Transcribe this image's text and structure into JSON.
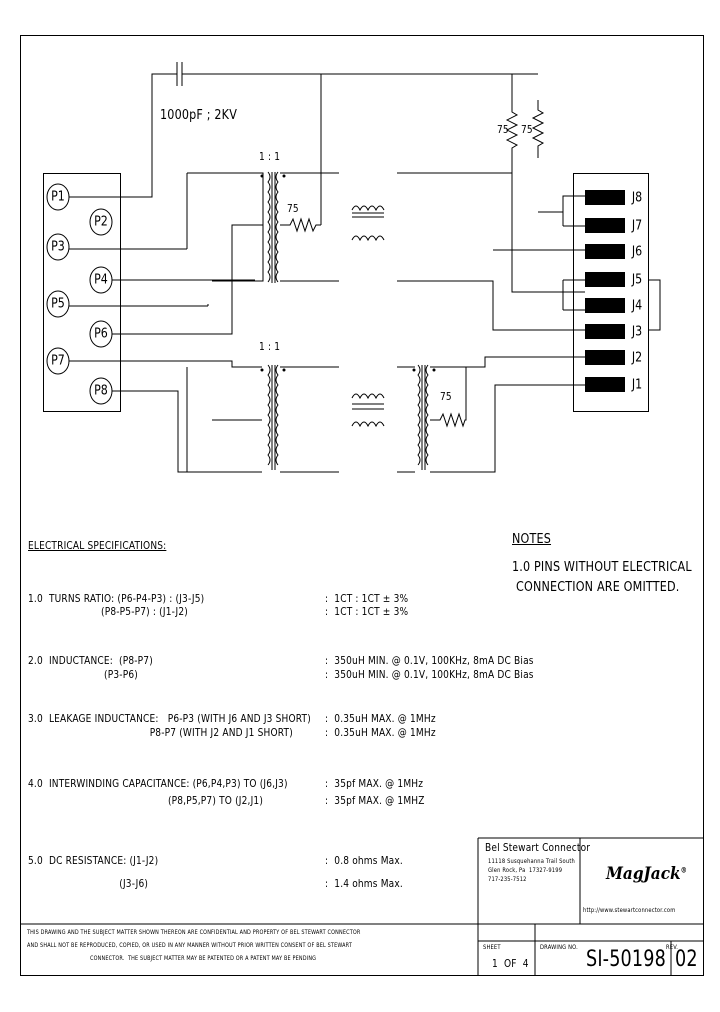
{
  "schematic": {
    "capacitor_label": "1000pF ; 2KV",
    "resistor_75": "75",
    "ratio_1": "1 : 1",
    "ratio_2": "1 : 1",
    "left_pins": [
      "P1",
      "P2",
      "P3",
      "P4",
      "P5",
      "P6",
      "P7",
      "P8"
    ],
    "right_pins": [
      "J8",
      "J7",
      "J6",
      "J5",
      "J4",
      "J3",
      "J2",
      "J1"
    ]
  },
  "specs": {
    "title": "ELECTRICAL SPECIFICATIONS:",
    "items": [
      {
        "left": [
          "1.0  TURNS RATIO: (P6-P4-P3) : (J3-J5)",
          "                        (P8-P5-P7) : (J1-J2)"
        ],
        "right": [
          ":  1CT : 1CT ± 3%",
          ":  1CT : 1CT ± 3%"
        ]
      },
      {
        "left": [
          "2.0  INDUCTANCE:  (P8-P7)",
          "                         (P3-P6)"
        ],
        "right": [
          ":  350uH MIN. @ 0.1V, 100KHz, 8mA DC Bias",
          ":  350uH MIN. @ 0.1V, 100KHz, 8mA DC Bias"
        ]
      },
      {
        "left": [
          "3.0  LEAKAGE INDUCTANCE:   P6-P3 (WITH J6 AND J3 SHORT)",
          "                                        P8-P7 (WITH J2 AND J1 SHORT)"
        ],
        "right": [
          ":  0.35uH MAX. @ 1MHz",
          ":  0.35uH MAX. @ 1MHz"
        ]
      },
      {
        "left": [
          "4.0  INTERWINDING CAPACITANCE: (P6,P4,P3) TO (J6,J3)",
          "                                              (P8,P5,P7) TO (J2,J1)"
        ],
        "right": [
          ":  35pf MAX. @ 1MHz",
          ":  35pf MAX. @ 1MHZ"
        ]
      },
      {
        "left": [
          "5.0  DC RESISTANCE: (J1-J2)",
          "                              (J3-J6)"
        ],
        "right": [
          ":  0.8 ohms Max.",
          ":  1.4 ohms Max."
        ]
      }
    ]
  },
  "notes": {
    "title": "NOTES",
    "line1": "1.0 PINS WITHOUT ELECTRICAL",
    "line2": "CONNECTION ARE OMITTED."
  },
  "title_block": {
    "company": "Bel Stewart Connector",
    "address1": "11118 Susquehanna Trail South",
    "address2": "Glen Rock, Pa  17327-9199",
    "phone": "717-235-7512",
    "logo": "MagJack",
    "logo_mark": "®",
    "website": "http://www.stewartconnector.com",
    "sheet_label": "SHEET",
    "sheet_value": "1  OF  4",
    "drawing_no_label": "DRAWING NO.",
    "drawing_no": "SI-50198",
    "rev_label": "REV.",
    "rev": "02",
    "disclaimer1": "THIS DRAWING AND THE SUBJECT MATTER SHOWN THEREON ARE CONFIDENTIAL AND PROPERTY OF BEL STEWART CONNECTOR",
    "disclaimer2": "AND SHALL NOT BE REPRODUCED, COPIED, OR USED IN ANY MANNER WITHOUT PRIOR WRITTEN CONSENT OF BEL STEWART",
    "disclaimer3": "CONNECTOR.  THE SUBJECT MATTER MAY BE PATENTED OR A PATENT MAY BE PENDING"
  }
}
